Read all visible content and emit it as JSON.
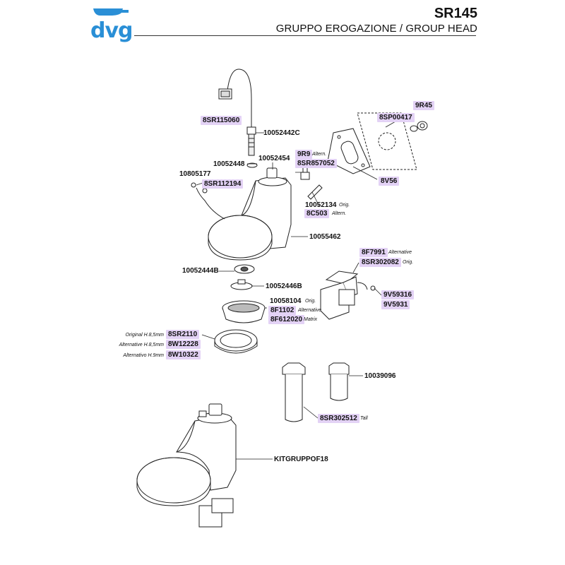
{
  "header": {
    "brand": "dvg",
    "model": "SR145",
    "title": "GRUPPO EROGAZIONE / GROUP HEAD"
  },
  "parts": {
    "p_8SR115060": "8SR115060",
    "p_10052442C": "10052442C",
    "p_10052448": "10052448",
    "p_10052454": "10052454",
    "p_10805177": "10805177",
    "p_8SR112194": "8SR112194",
    "p_9R9": "9R9",
    "p_9R9_note": "Altern.",
    "p_8SR857052": "8SR857052",
    "p_8SP00417": "8SP00417",
    "p_9R45": "9R45",
    "p_8V56": "8V56",
    "p_10052134": "10052134",
    "p_10052134_note": "Orig.",
    "p_8C503": "8C503",
    "p_8C503_note": "Altern.",
    "p_10055462": "10055462",
    "p_8F7991": "8F7991",
    "p_8F7991_note": "Alternative",
    "p_8SR302082": "8SR302082",
    "p_8SR302082_note": "Orig.",
    "p_10052444B": "10052444B",
    "p_10052446B": "10052446B",
    "p_9V59316": "9V59316",
    "p_9V5931": "9V5931",
    "p_10058104": "10058104",
    "p_10058104_note": "Orig.",
    "p_8F1102": "8F1102",
    "p_8F1102_note": "Alternative",
    "p_8F612020": "8F612020",
    "p_8F612020_note": "Matrix",
    "g_note_1": "Original H.8,5mm",
    "g_8SR2110": "8SR2110",
    "g_note_2": "Alternative H.8,5mm",
    "g_8W12228": "8W12228",
    "g_note_3": "Alternativo H.9mm",
    "g_8W10322": "8W10322",
    "p_10039096": "10039096",
    "p_8SR302512": "8SR302512",
    "p_8SR302512_note": "Tall",
    "p_KITGRUPPOF18": "KITGRUPPOF18"
  }
}
